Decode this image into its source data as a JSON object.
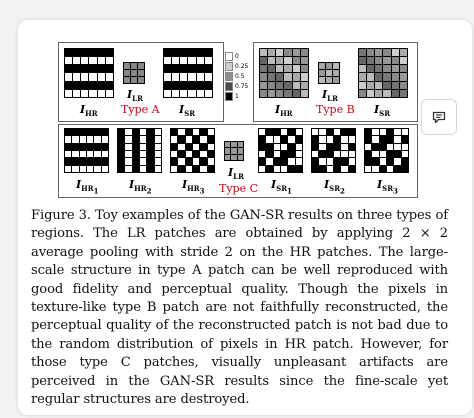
{
  "figure": {
    "type_a": {
      "label": "Type A",
      "hr": "I",
      "hr_sub": "HR",
      "lr": "I",
      "lr_sub": "LR",
      "sr": "I",
      "sr_sub": "SR"
    },
    "type_b": {
      "label": "Type B",
      "hr": "I",
      "hr_sub": "HR",
      "lr": "I",
      "lr_sub": "LR",
      "sr": "I",
      "sr_sub": "SR"
    },
    "type_c": {
      "label": "Type C",
      "hr1": "I",
      "hr1_sub": "HR",
      "hr1_idx": "1",
      "hr2": "I",
      "hr2_sub": "HR",
      "hr2_idx": "2",
      "hr3": "I",
      "hr3_sub": "HR",
      "hr3_idx": "3",
      "lr": "I",
      "lr_sub": "LR",
      "sr1": "I",
      "sr1_sub": "SR",
      "sr1_idx": "1",
      "sr2": "I",
      "sr2_sub": "SR",
      "sr2_idx": "2",
      "sr3": "I",
      "sr3_sub": "SR",
      "sr3_idx": "3"
    },
    "colorbar": {
      "ticks": [
        "0",
        "0.25",
        "0.5",
        "0.75",
        "1"
      ]
    },
    "accent_color": "#d0021b"
  },
  "caption": {
    "prefix": "Figure 3.",
    "text": "Toy examples of the GAN-SR results on three types of regions. The LR patches are obtained by applying 2 × 2 average pooling with stride 2 on the HR patches. The large-scale structure in type A patch can be well reproduced with good fidelity and perceptual quality. Though the pixels in texture-like type B patch are not faithfully reconstructed, the perceptual quality of the reconstructed patch is not bad due to the random distribution of pixels in HR patch. However, for those type C patches, visually unpleasant artifacts are perceived in the GAN-SR results since the fine-scale yet regular structures are destroyed."
  },
  "comment_icon": "comment-icon"
}
